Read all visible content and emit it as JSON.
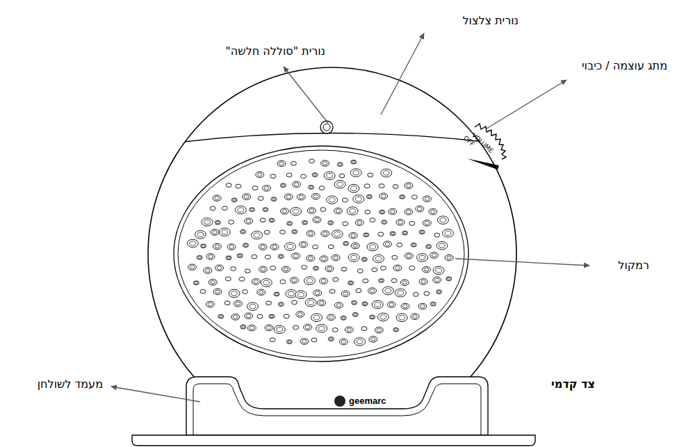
{
  "diagram": {
    "labels": [
      "נורית צלצול",
      "נורית \"סוללה חלשה\"",
      "מתג עוצמה / כיבוי",
      "רמקול",
      "מעמד לשולחן",
      "צד קדמי",
      "OFF",
      "VOLUME",
      "geemarc"
    ]
  }
}
